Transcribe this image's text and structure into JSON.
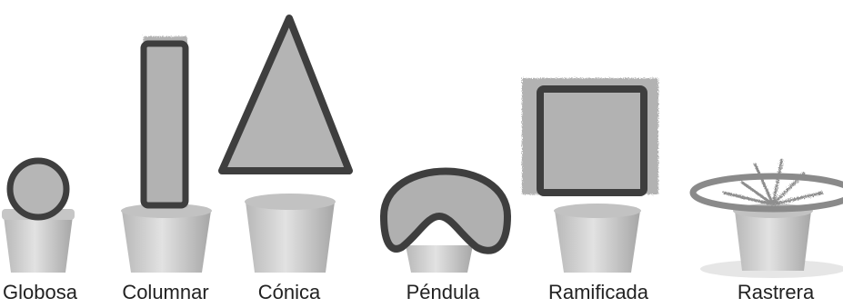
{
  "colors": {
    "outline": "#3e3e3e",
    "foliage": "#b4b4b4",
    "foliage_dark": "#8a8a8a",
    "pot": "#cfcfcf",
    "pot_shadow": "#a9a9a9",
    "label": "#222222"
  },
  "plants": [
    {
      "id": "globosa",
      "label": "Globosa"
    },
    {
      "id": "columnar",
      "label": "Columnar"
    },
    {
      "id": "conica",
      "label": "Cónica"
    },
    {
      "id": "pendula",
      "label": "Péndula"
    },
    {
      "id": "ramificada",
      "label": "Ramificada"
    },
    {
      "id": "rastrera",
      "label": "Rastrera"
    }
  ]
}
